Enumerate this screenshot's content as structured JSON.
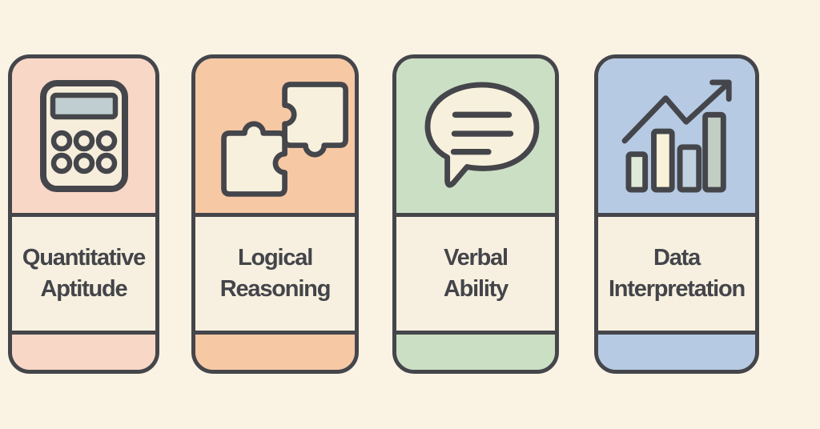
{
  "page": {
    "background": "#faf3e4",
    "outline_color": "#45464b",
    "text_color": "#44454a",
    "panel_color": "#f7f0e0"
  },
  "cards": [
    {
      "id": "quantitative-aptitude",
      "label_lines": [
        "Quantitative",
        "Aptitude"
      ],
      "accent_color": "#f8d7c6",
      "icon": "calculator-icon"
    },
    {
      "id": "logical-reasoning",
      "label_lines": [
        "Logical",
        "Reasoning"
      ],
      "accent_color": "#f6c8a4",
      "icon": "puzzle-icon"
    },
    {
      "id": "verbal-ability",
      "label_lines": [
        "Verbal",
        "Ability"
      ],
      "accent_color": "#cbdfc4",
      "icon": "speech-bubble-icon"
    },
    {
      "id": "data-interpretation",
      "label_lines": [
        "Data",
        "Interpretation"
      ],
      "accent_color": "#b6cae3",
      "icon": "bar-chart-icon"
    }
  ],
  "icons": {
    "calculator": {
      "body_fill": "#f6eedb",
      "screen_fill": "#c0ced1"
    },
    "puzzle": {
      "piece_fill": "#f7f0dd"
    },
    "speech_bubble": {
      "bubble_fill": "#f7f0dc"
    },
    "bar_chart": {
      "bar_fills": [
        "#dfe9d7",
        "#f9f2d8",
        "#c0d1e0",
        "#c2cec3"
      ]
    }
  }
}
